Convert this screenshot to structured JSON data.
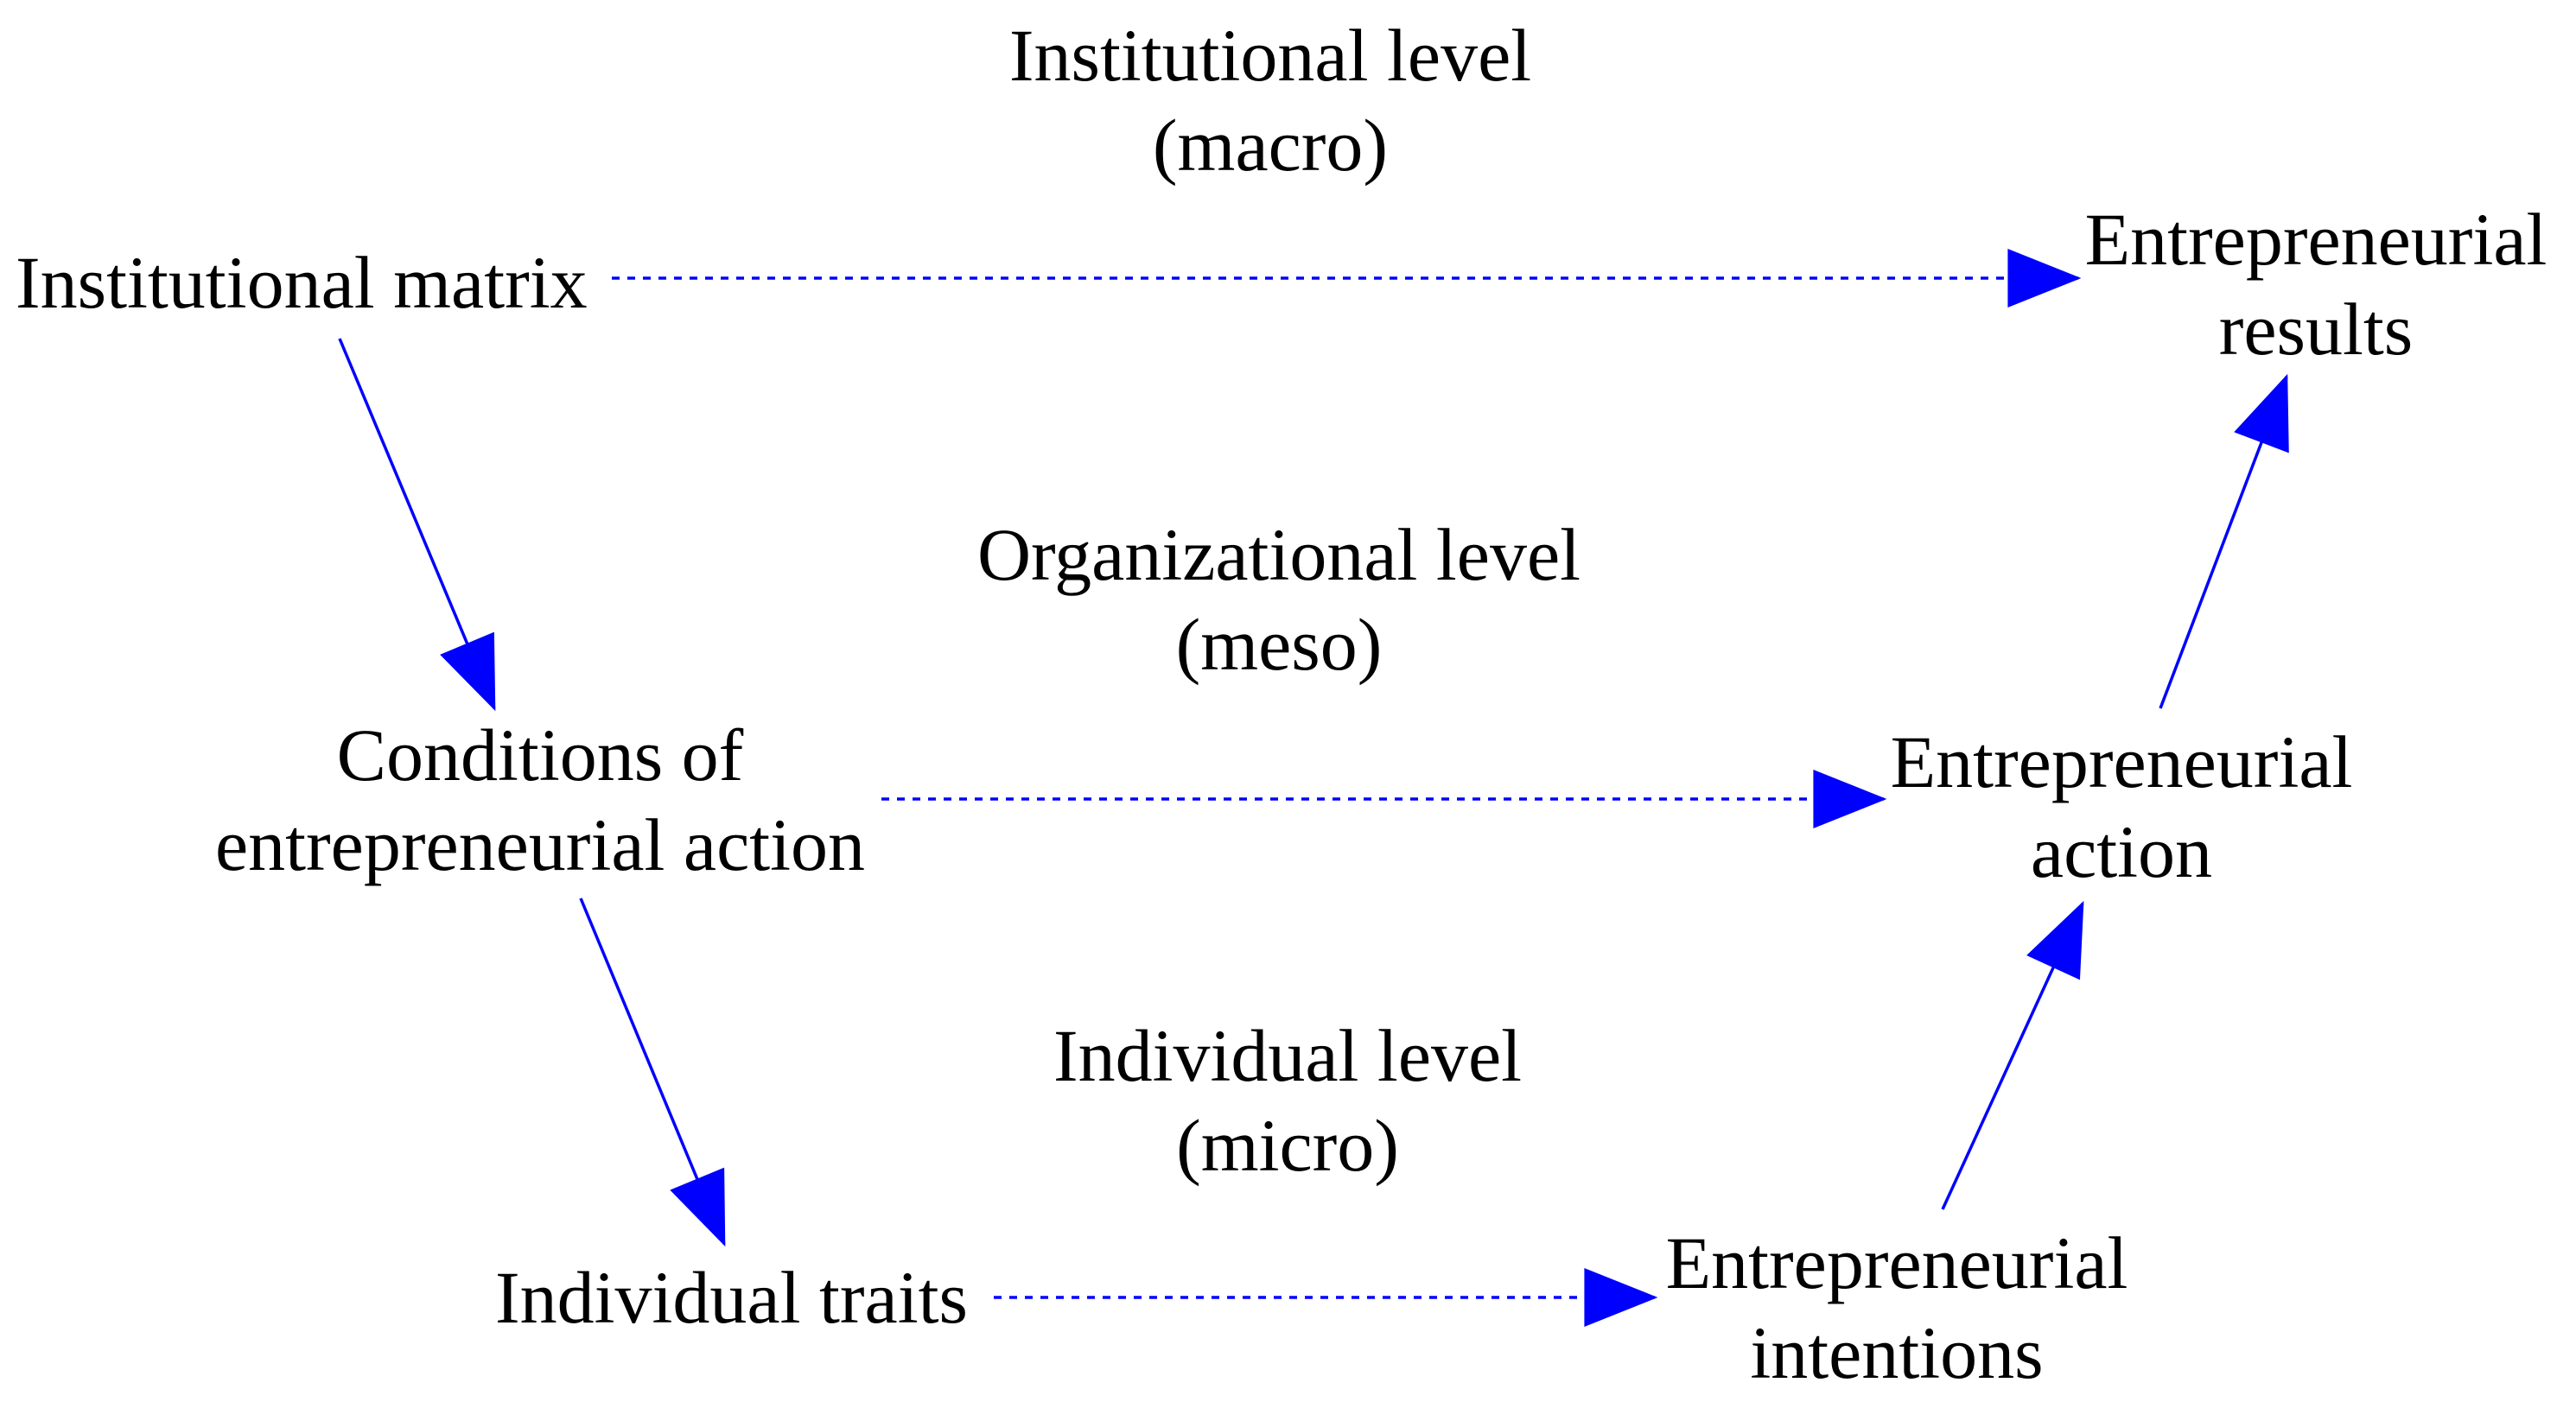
{
  "levels": {
    "macro": {
      "line1": "Institutional level",
      "line2": "(macro)"
    },
    "meso": {
      "line1": "Organizational level",
      "line2": "(meso)"
    },
    "micro": {
      "line1": "Individual level",
      "line2": "(micro)"
    }
  },
  "nodes": {
    "institutional_matrix": {
      "line1": "Institutional matrix"
    },
    "conditions": {
      "line1": "Conditions of",
      "line2": "entrepreneurial action"
    },
    "individual_traits": {
      "line1": "Individual traits"
    },
    "entrepreneurial_results": {
      "line1": "Entrepreneurial",
      "line2": "results"
    },
    "entrepreneurial_action": {
      "line1": "Entrepreneurial",
      "line2": "action"
    },
    "entrepreneurial_intentions": {
      "line1": "Entrepreneurial",
      "line2": "intentions"
    }
  },
  "edges": [
    {
      "from": "institutional_matrix",
      "to": "entrepreneurial_results",
      "style": "dashed"
    },
    {
      "from": "conditions",
      "to": "entrepreneurial_action",
      "style": "dashed"
    },
    {
      "from": "individual_traits",
      "to": "entrepreneurial_intentions",
      "style": "dashed"
    },
    {
      "from": "institutional_matrix",
      "to": "conditions",
      "style": "solid"
    },
    {
      "from": "conditions",
      "to": "individual_traits",
      "style": "solid"
    },
    {
      "from": "entrepreneurial_intentions",
      "to": "entrepreneurial_action",
      "style": "solid"
    },
    {
      "from": "entrepreneurial_action",
      "to": "entrepreneurial_results",
      "style": "solid"
    }
  ],
  "colors": {
    "arrow": "#0000ff",
    "text": "#000000",
    "background": "#ffffff"
  }
}
